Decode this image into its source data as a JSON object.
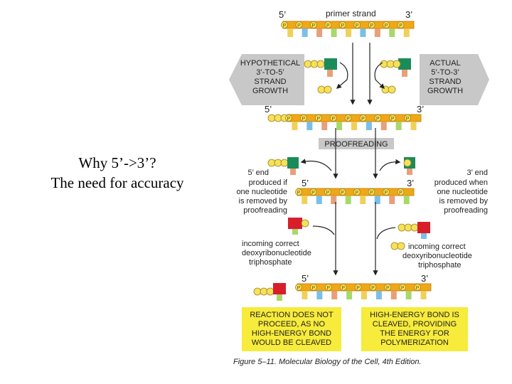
{
  "slide": {
    "caption_line1": "Why 5’->3’?",
    "caption_line2": "The need for accuracy"
  },
  "figure": {
    "colors": {
      "strand": "#f0a818",
      "strand_edge": "#c07800",
      "phosphate": "#f6e25a",
      "incoming_correct": "#d81e2a",
      "nucleotide_green": "#1a8c5a",
      "arrow_box": "#c8c8c8",
      "yellow_box": "#f7eb3c",
      "base_colors": [
        "#f0d05a",
        "#7bbfe8",
        "#e8a07a",
        "#a8d86a"
      ]
    },
    "row1": {
      "end5": "5’",
      "label": "primer strand",
      "end3": "3’"
    },
    "hypothetical": {
      "line1": "HYPOTHETICAL",
      "line2": "3’-TO-5’",
      "line3": "STRAND",
      "line4": "GROWTH"
    },
    "actual": {
      "line1": "ACTUAL",
      "line2": "5’-TO-3’",
      "line3": "STRAND",
      "line4": "GROWTH"
    },
    "row2": {
      "end5": "5’",
      "end3": "3’"
    },
    "proofreading_label": "PROOFREADING",
    "left_note": {
      "line1": "5’ end",
      "line2": "produced if",
      "line3": "one nucleotide",
      "line4": "is removed by",
      "line5": "proofreading"
    },
    "right_note": {
      "line1": "3’ end",
      "line2": "produced when",
      "line3": "one nucleotide",
      "line4": "is removed by",
      "line5": "proofreading"
    },
    "row3": {
      "end5": "5’",
      "end3": "3’"
    },
    "incoming_left": {
      "line1": "incoming correct",
      "line2": "deoxyribonucleotide",
      "line3": "triphosphate"
    },
    "incoming_right": {
      "line1": "incoming correct",
      "line2": "deoxyribonucleotide",
      "line3": "triphosphate"
    },
    "row4": {
      "end5": "5’",
      "end3": "3’"
    },
    "left_result": {
      "line1": "REACTION DOES NOT",
      "line2": "PROCEED, AS NO",
      "line3": "HIGH-ENERGY BOND",
      "line4": "WOULD BE CLEAVED"
    },
    "right_result": {
      "line1": "HIGH-ENERGY BOND IS",
      "line2": "CLEAVED, PROVIDING",
      "line3": "THE ENERGY FOR",
      "line4": "POLYMERIZATION"
    },
    "phosphate_letter": "P",
    "caption_text": "Figure 5–11. Molecular Biology of the Cell, 4th Edition."
  }
}
